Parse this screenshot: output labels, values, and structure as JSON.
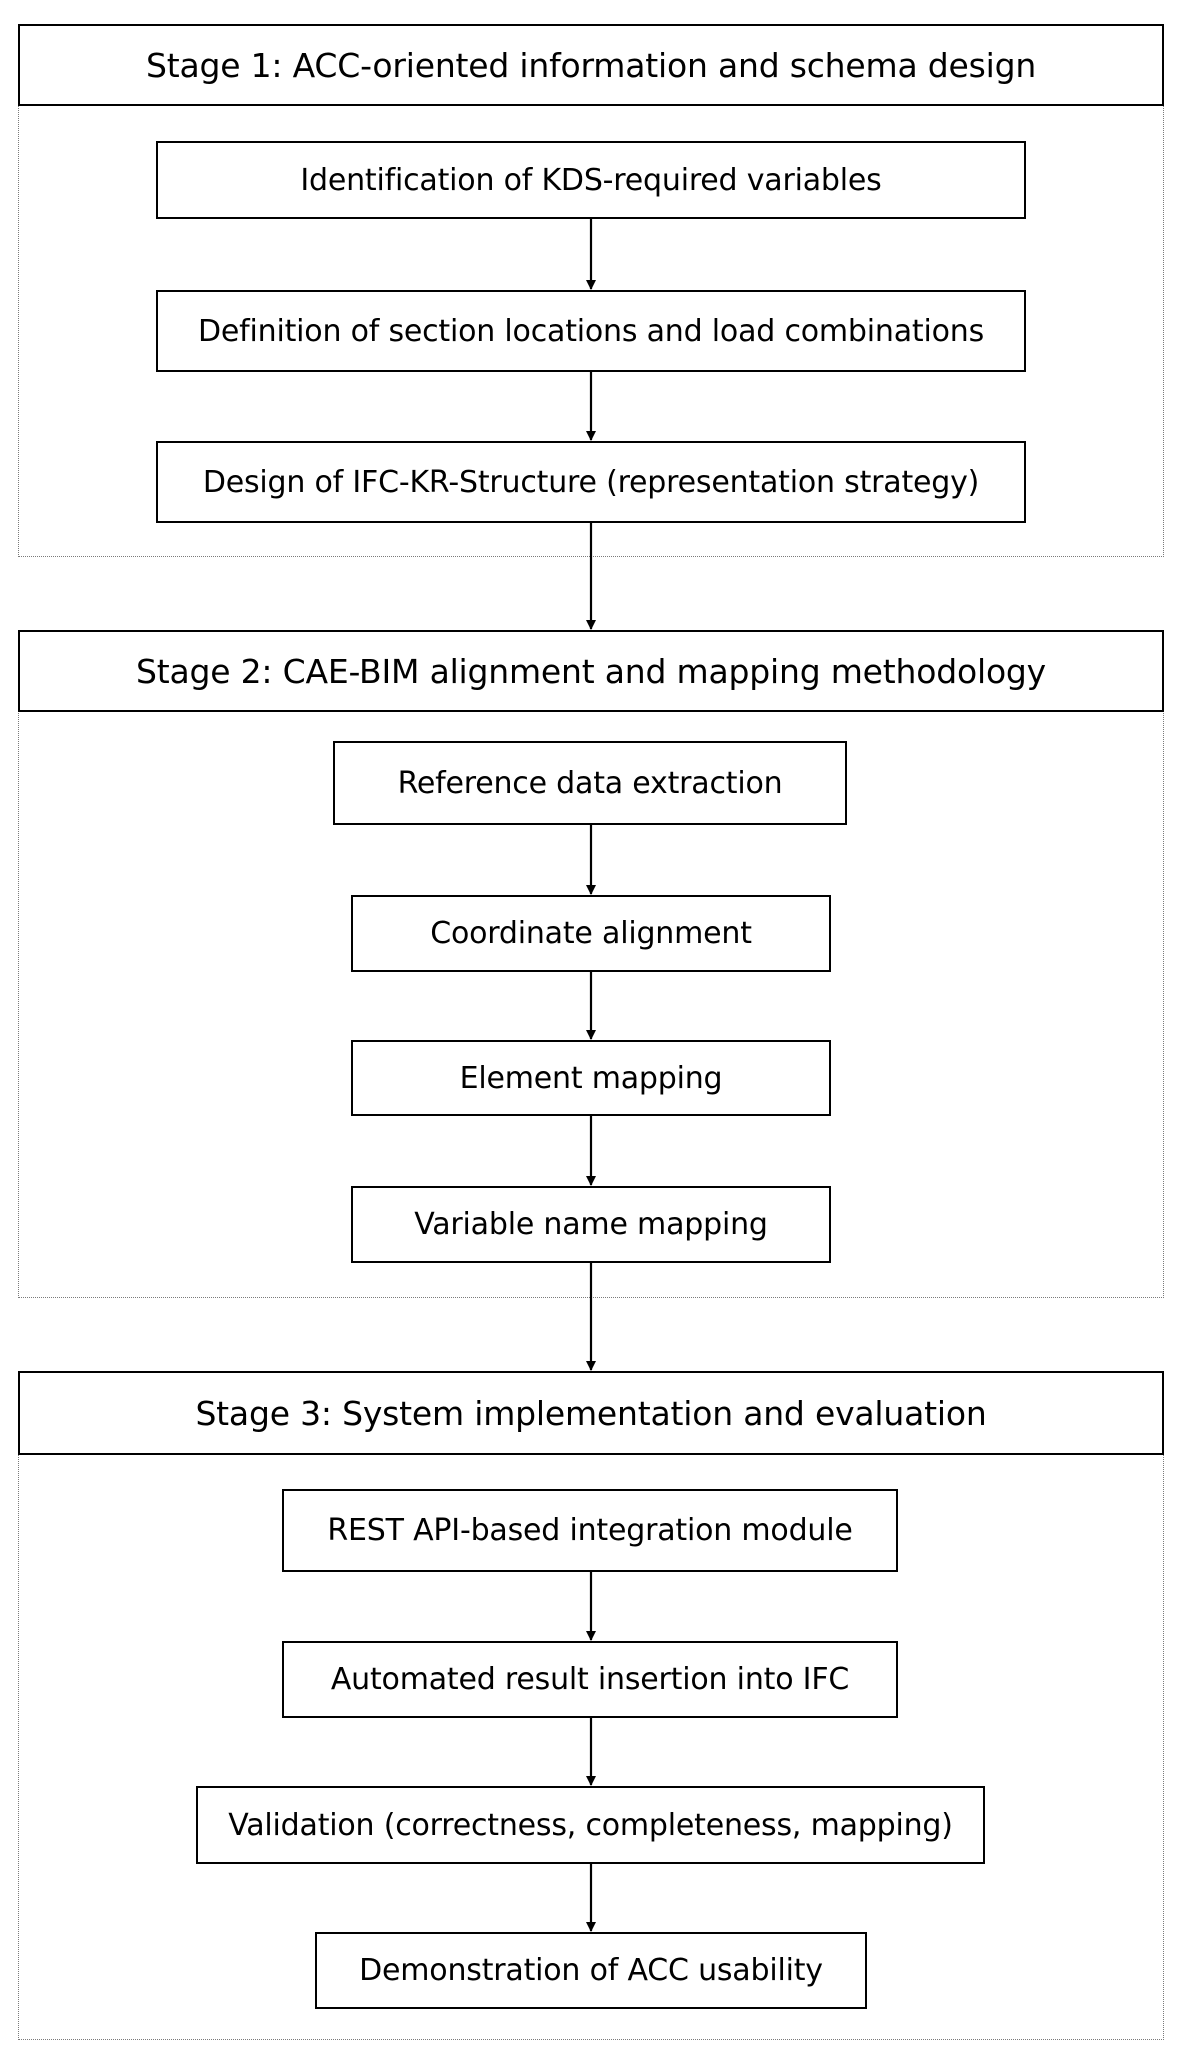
{
  "colors": {
    "line": "#000000",
    "frame_border": "#7a7a7a",
    "background": "#ffffff"
  },
  "stages": [
    {
      "title": "Stage 1:  ACC-oriented information and schema design",
      "steps": [
        "Identification of KDS-required variables",
        "Definition of section locations and load combinations",
        "Design of IFC-KR-Structure (representation strategy)"
      ]
    },
    {
      "title": "Stage 2: CAE-BIM alignment and mapping methodology",
      "steps": [
        "Reference data extraction",
        "Coordinate alignment",
        "Element mapping",
        "Variable name mapping"
      ]
    },
    {
      "title": "Stage 3: System implementation and evaluation",
      "steps": [
        "REST API-based integration module",
        "Automated result insertion into IFC",
        "Validation (correctness, completeness, mapping)",
        "Demonstration of ACC usability"
      ]
    }
  ]
}
